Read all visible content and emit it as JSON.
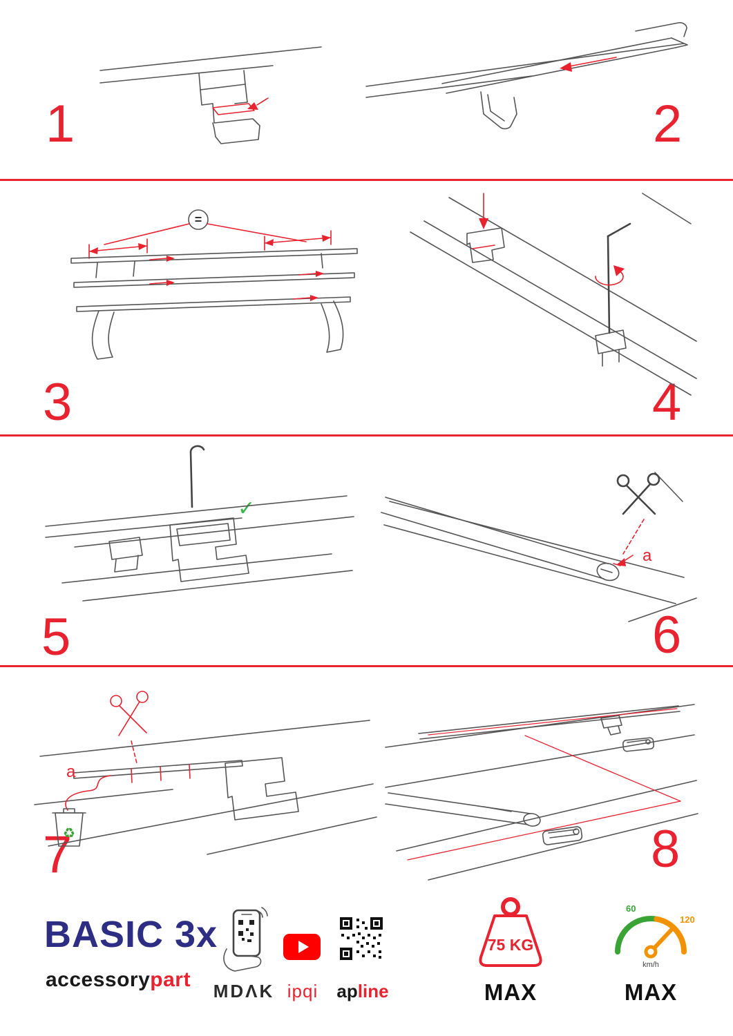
{
  "page": {
    "background": "#ffffff",
    "accent": "#e8222f"
  },
  "steps": [
    {
      "number": "1"
    },
    {
      "number": "2"
    },
    {
      "number": "3"
    },
    {
      "number": "4"
    },
    {
      "number": "5"
    },
    {
      "number": "6"
    },
    {
      "number": "7"
    },
    {
      "number": "8"
    }
  ],
  "annotations": {
    "equal_spacing": "=",
    "check_ok": "✓",
    "cut_label_step6": "a",
    "cut_label_step7": "a",
    "recycle": "♻"
  },
  "footer": {
    "product": "BASIC 3x",
    "brand_left": "accessory",
    "brand_right": "part",
    "partner_mdak": "MDΛK",
    "partner_ipqi": "ipqi",
    "partner_apline_left": "ap",
    "partner_apline_right": "line",
    "weight": {
      "value": "75 KG",
      "max": "MAX"
    },
    "speed": {
      "low": "60",
      "high": "120",
      "unit": "km/h",
      "max": "MAX"
    }
  }
}
